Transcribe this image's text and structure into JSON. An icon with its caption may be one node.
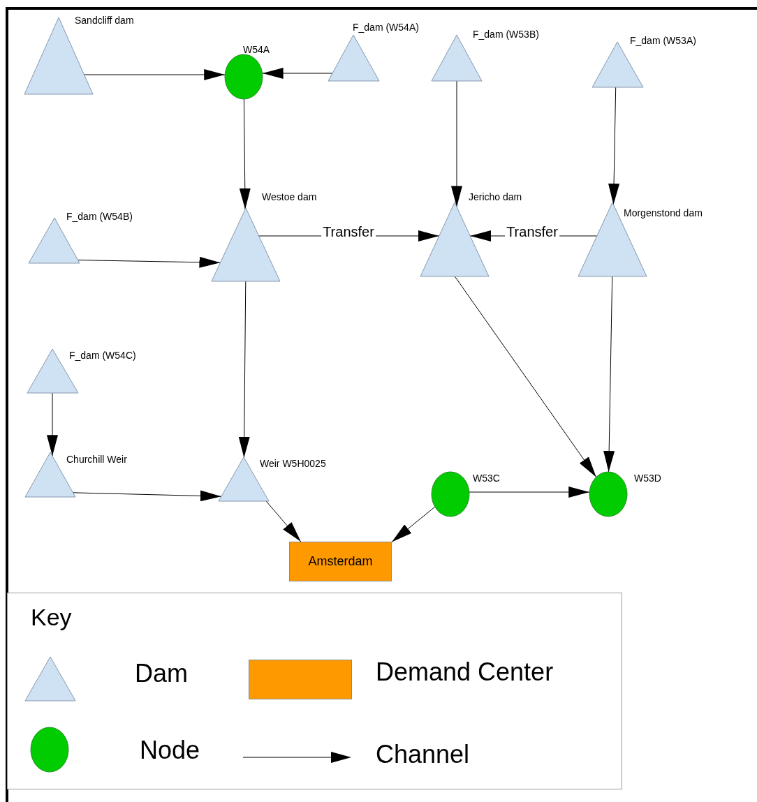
{
  "diagram": {
    "nodes": [
      {
        "text": [
          "Sandcliff dam"
        ]
      },
      {
        "text": [
          "W54A"
        ]
      },
      {
        "text": [
          "F_dam (W54A)"
        ]
      },
      {
        "text": [
          "F_dam (W53B)"
        ]
      },
      {
        "text": [
          "F_dam (W53A)"
        ]
      },
      {
        "text": [
          "F_dam (W54B)"
        ]
      },
      {
        "text": [
          "Westoe dam"
        ]
      },
      {
        "text": [
          "Jericho dam"
        ]
      },
      {
        "text": [
          "Morgenstond dam"
        ]
      },
      {
        "text": [
          "F_dam (W54C)"
        ]
      },
      {
        "text": [
          "Churchill Weir"
        ]
      },
      {
        "text": [
          "Weir W5H0025"
        ]
      },
      {
        "text": [
          "W53C"
        ]
      },
      {
        "text": [
          "W53D"
        ]
      },
      {
        "text": [
          "Amsterdam"
        ]
      }
    ],
    "edges": [
      {
        "from": 0,
        "to": 1,
        "arrow": "to"
      },
      {
        "from": 2,
        "to": 1,
        "arrow": "to"
      },
      {
        "from": 1,
        "to": 6,
        "arrow": "to"
      },
      {
        "from": 3,
        "to": 7,
        "arrow": "to"
      },
      {
        "from": 4,
        "to": 8,
        "arrow": "to"
      },
      {
        "from": 5,
        "to": 6,
        "arrow": "to"
      },
      {
        "from": 6,
        "to": 7,
        "arrow": "to",
        "label": "Transfer"
      },
      {
        "from": 8,
        "to": 7,
        "arrow": "to",
        "label": "Transfer"
      },
      {
        "from": 6,
        "to": 11,
        "arrow": "to"
      },
      {
        "from": 7,
        "to": 13,
        "arrow": "to"
      },
      {
        "from": 8,
        "to": 13,
        "arrow": "to"
      },
      {
        "from": 9,
        "to": 10,
        "arrow": "to"
      },
      {
        "from": 10,
        "to": 11,
        "arrow": "to"
      },
      {
        "from": 11,
        "to": 14,
        "arrow": "to"
      },
      {
        "from": 12,
        "to": 14,
        "arrow": "to"
      },
      {
        "from": 12,
        "to": 13,
        "arrow": "to"
      }
    ],
    "labels": [
      "Key"
    ],
    "legend": [
      {
        "text": "Dam"
      },
      {
        "text": "Demand Center",
        "color": "#ff9900"
      },
      {
        "text": "Node"
      },
      {
        "text": "Channel"
      }
    ]
  }
}
